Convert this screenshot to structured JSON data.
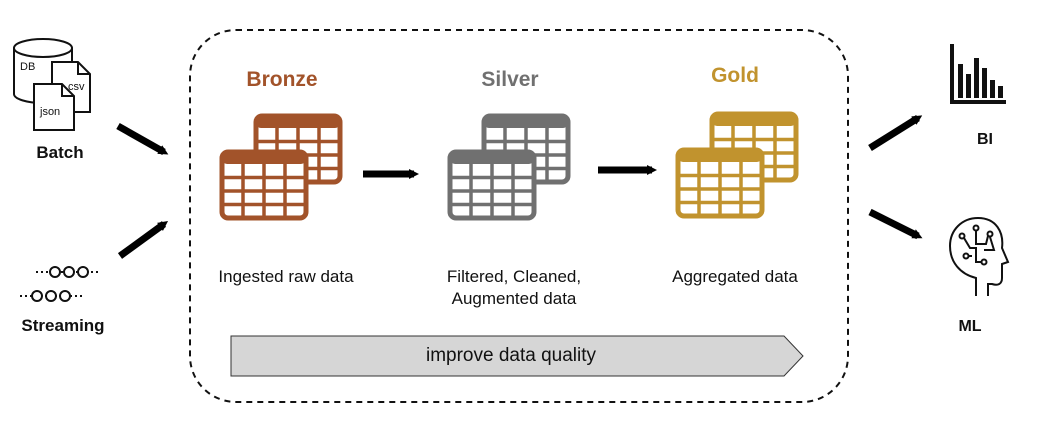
{
  "sources": {
    "batch": {
      "label": "Batch",
      "file_labels": [
        "DB",
        "csv",
        "json"
      ]
    },
    "streaming": {
      "label": "Streaming"
    }
  },
  "tiers": [
    {
      "key": "bronze",
      "title": "Bronze",
      "description": "Ingested raw data",
      "color": "#a2532a"
    },
    {
      "key": "silver",
      "title": "Silver",
      "description": "Filtered, Cleaned, Augmented data",
      "color": "#707070"
    },
    {
      "key": "gold",
      "title": "Gold",
      "description": "Aggregated data",
      "color": "#c1932e"
    }
  ],
  "banner": {
    "text": "improve data quality",
    "color": "#d6d6d6"
  },
  "outputs": {
    "bi": {
      "label": "BI",
      "icon": "bar-chart-icon"
    },
    "ml": {
      "label": "ML",
      "icon": "brain-circuit-icon"
    }
  }
}
